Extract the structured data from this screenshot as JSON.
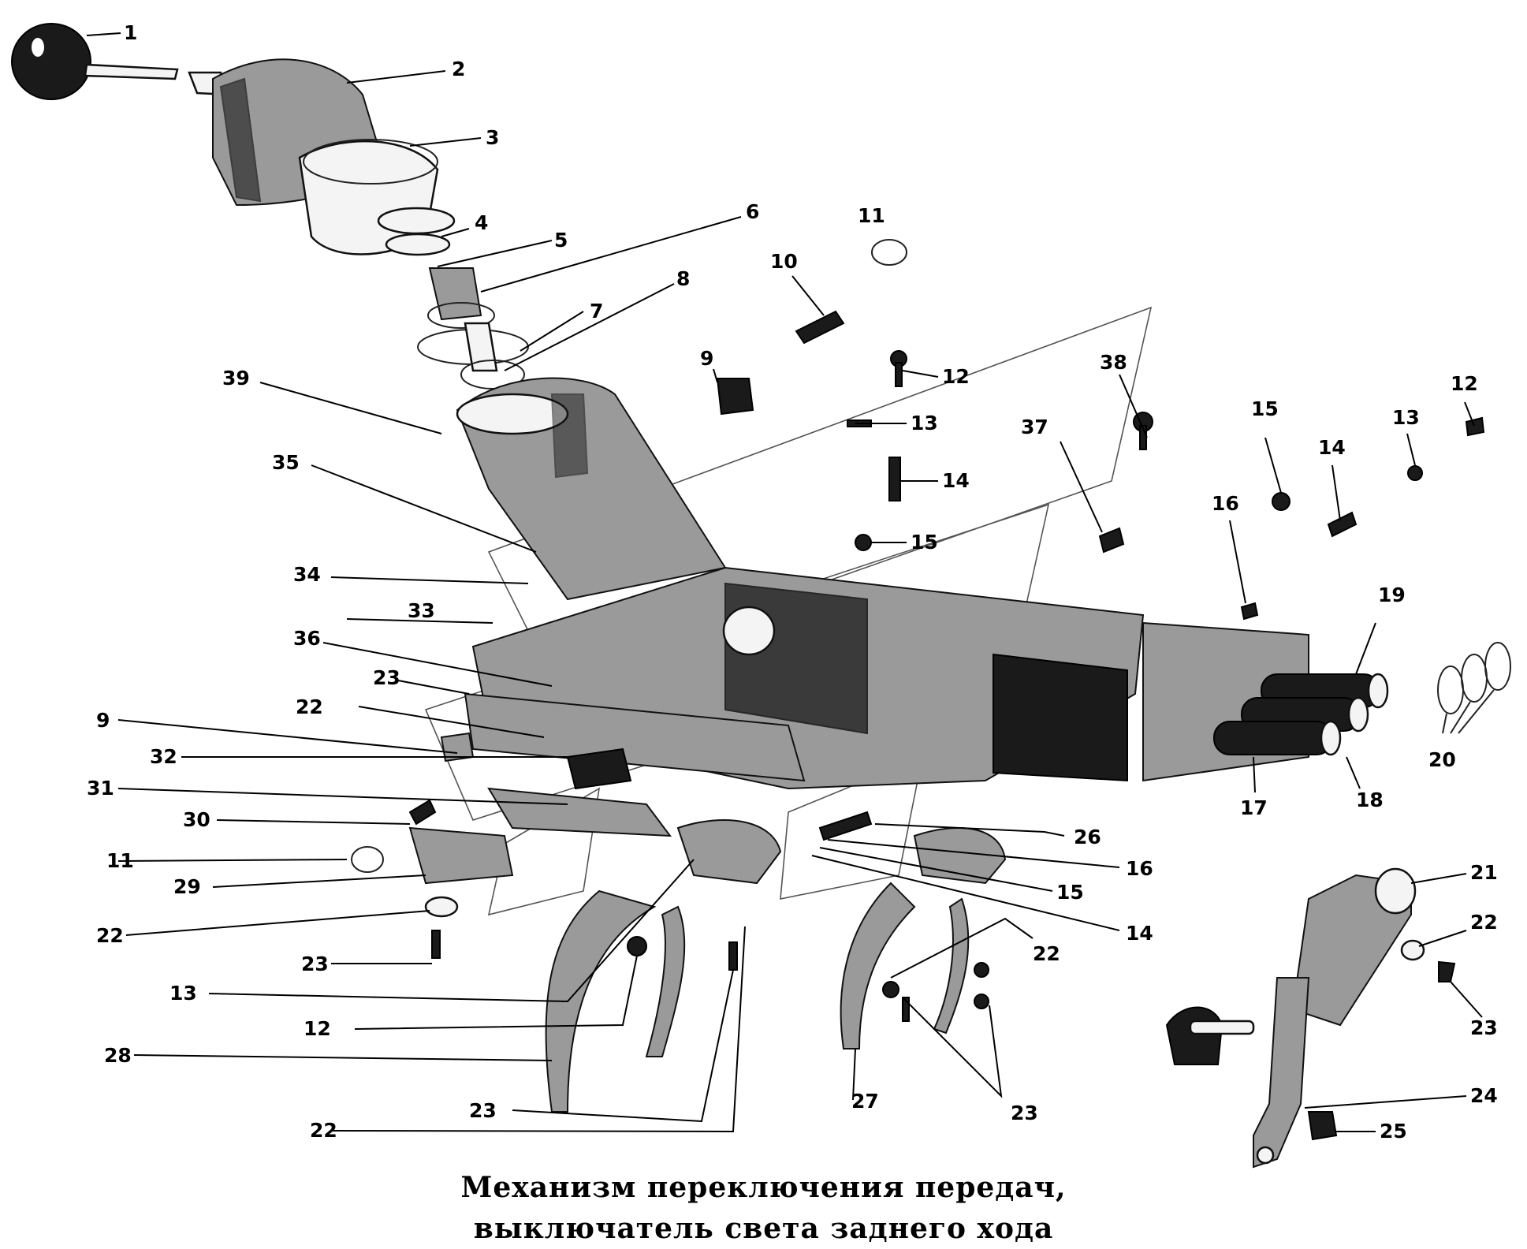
{
  "caption": {
    "line1": "Механизм переключения передач,",
    "line2": "выключатель света заднего хода"
  },
  "callouts": [
    {
      "id": "c1",
      "text": "1"
    },
    {
      "id": "c2",
      "text": "2"
    },
    {
      "id": "c3",
      "text": "3"
    },
    {
      "id": "c4",
      "text": "4"
    },
    {
      "id": "c5",
      "text": "5"
    },
    {
      "id": "c6",
      "text": "6"
    },
    {
      "id": "c7",
      "text": "7"
    },
    {
      "id": "c8",
      "text": "8"
    },
    {
      "id": "c9a",
      "text": "9"
    },
    {
      "id": "c10",
      "text": "10"
    },
    {
      "id": "c11a",
      "text": "11"
    },
    {
      "id": "c12a",
      "text": "12"
    },
    {
      "id": "c13a",
      "text": "13"
    },
    {
      "id": "c14a",
      "text": "14"
    },
    {
      "id": "c15a",
      "text": "15"
    },
    {
      "id": "c38",
      "text": "38"
    },
    {
      "id": "c37",
      "text": "37"
    },
    {
      "id": "c15b",
      "text": "15"
    },
    {
      "id": "c16a",
      "text": "16"
    },
    {
      "id": "c14b",
      "text": "14"
    },
    {
      "id": "c13b",
      "text": "13"
    },
    {
      "id": "c12b",
      "text": "12"
    },
    {
      "id": "c39",
      "text": "39"
    },
    {
      "id": "c35",
      "text": "35"
    },
    {
      "id": "c34",
      "text": "34"
    },
    {
      "id": "c33",
      "text": "33"
    },
    {
      "id": "c36",
      "text": "36"
    },
    {
      "id": "c23a",
      "text": "23"
    },
    {
      "id": "c22a",
      "text": "22"
    },
    {
      "id": "c9b",
      "text": "9"
    },
    {
      "id": "c32",
      "text": "32"
    },
    {
      "id": "c31",
      "text": "31"
    },
    {
      "id": "c30",
      "text": "30"
    },
    {
      "id": "c11b",
      "text": "11"
    },
    {
      "id": "c29",
      "text": "29"
    },
    {
      "id": "c22b",
      "text": "22"
    },
    {
      "id": "c23b",
      "text": "23"
    },
    {
      "id": "c13c",
      "text": "13"
    },
    {
      "id": "c12c",
      "text": "12"
    },
    {
      "id": "c28",
      "text": "28"
    },
    {
      "id": "c23c",
      "text": "23"
    },
    {
      "id": "c22c",
      "text": "22"
    },
    {
      "id": "c27",
      "text": "27"
    },
    {
      "id": "c23d",
      "text": "23"
    },
    {
      "id": "c22d",
      "text": "22"
    },
    {
      "id": "c26",
      "text": "26"
    },
    {
      "id": "c16b",
      "text": "16"
    },
    {
      "id": "c15c",
      "text": "15"
    },
    {
      "id": "c14c",
      "text": "14"
    },
    {
      "id": "c19",
      "text": "19"
    },
    {
      "id": "c17",
      "text": "17"
    },
    {
      "id": "c18",
      "text": "18"
    },
    {
      "id": "c20",
      "text": "20"
    },
    {
      "id": "c21",
      "text": "21"
    },
    {
      "id": "c22e",
      "text": "22"
    },
    {
      "id": "c23e",
      "text": "23"
    },
    {
      "id": "c24",
      "text": "24"
    },
    {
      "id": "c25",
      "text": "25"
    }
  ]
}
